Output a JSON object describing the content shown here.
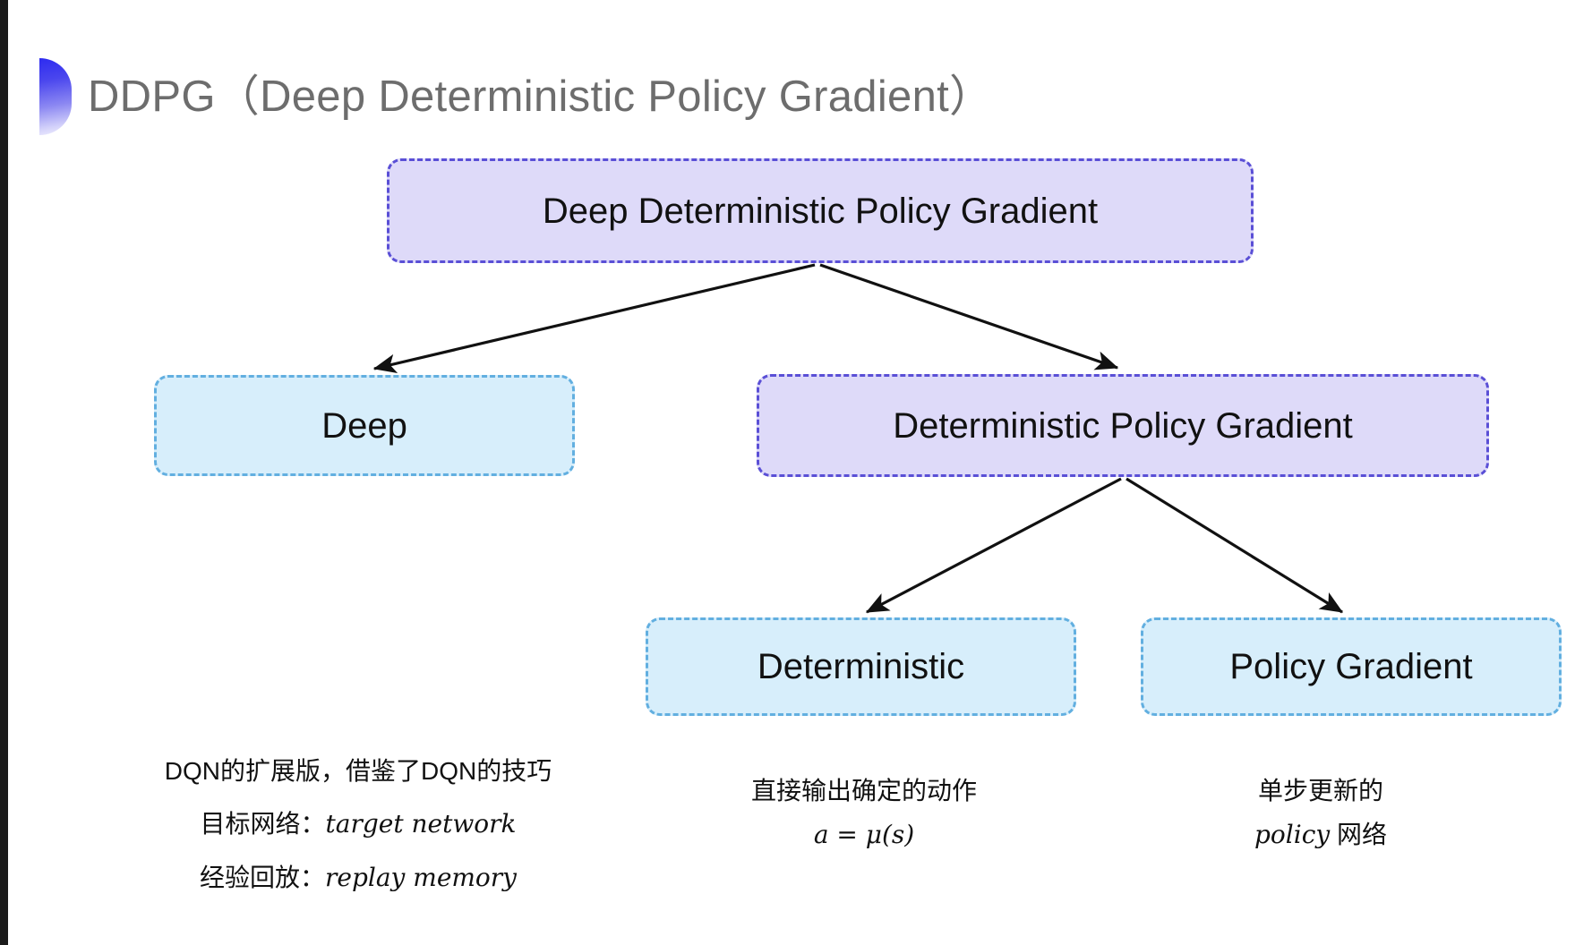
{
  "slide": {
    "title": "DDPG（Deep Deterministic Policy Gradient）",
    "title_color": "#6d6d6d",
    "background": "#ffffff"
  },
  "colors": {
    "purple_fill": "#dedaf9",
    "purple_border": "#5a4fd6",
    "cyan_fill": "#d7eefb",
    "cyan_border": "#62afe0",
    "bullet_gradient_start": "#2d2bf0",
    "bullet_gradient_end": "#f2f1fe",
    "arrow": "#111111",
    "text": "#111111"
  },
  "nodes": {
    "root": {
      "label": "Deep Deterministic Policy Gradient",
      "style": "purple"
    },
    "deep": {
      "label": "Deep",
      "style": "cyan"
    },
    "dpg": {
      "label": "Deterministic Policy Gradient",
      "style": "purple"
    },
    "deterministic": {
      "label": "Deterministic",
      "style": "cyan"
    },
    "policy_gradient": {
      "label": "Policy Gradient",
      "style": "cyan"
    }
  },
  "captions": {
    "deep": {
      "line1": "DQN的扩展版，借鉴了DQN的技巧",
      "line2_cn": "目标网络：",
      "line2_en": "target network",
      "line3_cn": "经验回放：",
      "line3_en": "replay memory"
    },
    "deterministic": {
      "line1": "直接输出确定的动作",
      "formula": "a = μ(s)"
    },
    "policy_gradient": {
      "line1": "单步更新的",
      "line2_en": "policy",
      "line2_cn": " 网络"
    }
  },
  "edges": [
    {
      "from": "root",
      "to": "deep"
    },
    {
      "from": "root",
      "to": "dpg"
    },
    {
      "from": "dpg",
      "to": "deterministic"
    },
    {
      "from": "dpg",
      "to": "policy_gradient"
    }
  ]
}
